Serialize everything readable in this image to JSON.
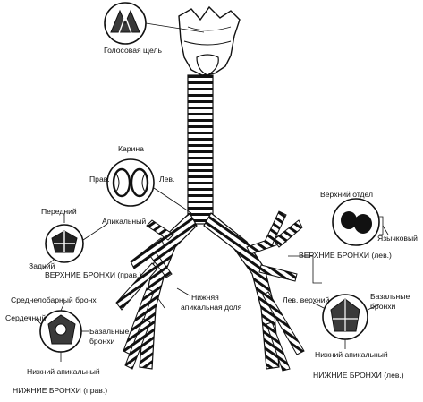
{
  "figure": {
    "labels": {
      "glottis": "Голосовая щель",
      "carina": "Карина",
      "right": "Прав.",
      "left": "Лев.",
      "anterior": "Передний",
      "apical": "Апикальный",
      "posterior": "Задний",
      "upper_bronchi_right": "ВЕРХНИЕ БРОНХИ (прав.)",
      "upper_division": "Верхний отдел",
      "lingular": "Язычковый",
      "upper_bronchi_left": "ВЕРХНИЕ БРОНХИ (лев.)",
      "middle_lobe_bronchus": "Среднелобарный бронх",
      "cardiac": "Сердечный",
      "basal_bronchi_right_1": "Базальные",
      "basal_bronchi_right_2": "бронхи",
      "lower_apical_right": "Нижний апикальный",
      "lower_bronchi_right": "НИЖНИЕ БРОНХИ (прав.)",
      "lower_apical_lobe_1": "Нижняя",
      "lower_apical_lobe_2": "апикальная доля",
      "left_upper": "Лев. верхний",
      "basal_bronchi_left_1": "Базальные",
      "basal_bronchi_left_2": "бронхи",
      "lower_apical_left": "Нижний апикальный",
      "lower_bronchi_left": "НИЖНИЕ БРОНХИ (лев.)"
    },
    "colors": {
      "ink": "#111111",
      "paper": "#ffffff",
      "shade": "#3a3a3a"
    }
  }
}
